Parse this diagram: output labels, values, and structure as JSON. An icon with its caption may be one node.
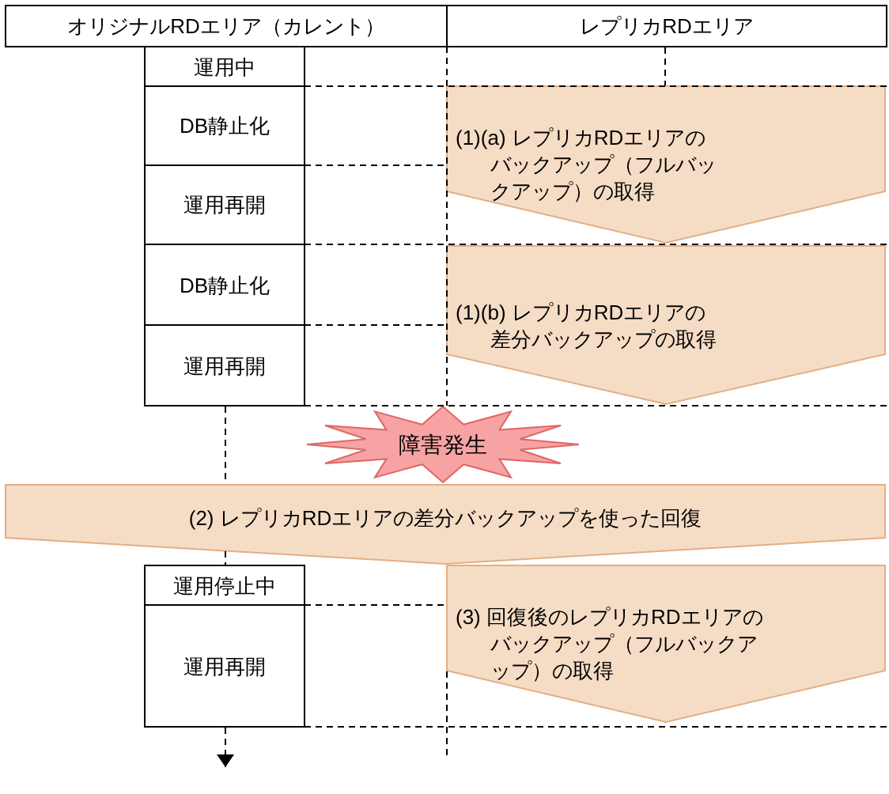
{
  "diagram": {
    "nodes": [
      {
        "text": [
          "オリジナルRDエリア（カレント）"
        ]
      },
      {
        "text": [
          "レプリカRDエリア"
        ]
      },
      {
        "text": [
          "運用中"
        ]
      },
      {
        "text": [
          "DB静止化"
        ]
      },
      {
        "text": [
          "運用再開"
        ]
      },
      {
        "text": [
          "(1)(a) レプリカRDエリアのバックアップ（フルバックアップ）の取得"
        ]
      },
      {
        "text": [
          "DB静止化"
        ]
      },
      {
        "text": [
          "運用再開"
        ]
      },
      {
        "text": [
          "(1)(b) レプリカRDエリアの差分バックアップの取得"
        ]
      },
      {
        "text": [
          "障害発生"
        ]
      },
      {
        "text": [
          "(2) レプリカRDエリアの差分バックアップを使った回復"
        ]
      },
      {
        "text": [
          "運用停止中"
        ]
      },
      {
        "text": [
          "運用再開"
        ]
      },
      {
        "text": [
          "(3) 回復後のレプリカRDエリアのバックアップ（フルバックアップ）の取得"
        ]
      }
    ],
    "edges": [
      {
        "from": 1,
        "to": 5,
        "arrow": "none",
        "style": "dashed"
      },
      {
        "from": 7,
        "to": 10,
        "arrow": "none",
        "style": "dashed"
      },
      {
        "from": 10,
        "to": 11,
        "arrow": "none",
        "style": "dashed"
      },
      {
        "from": 12,
        "to": null,
        "arrow": "to",
        "style": "dashed"
      }
    ]
  }
}
